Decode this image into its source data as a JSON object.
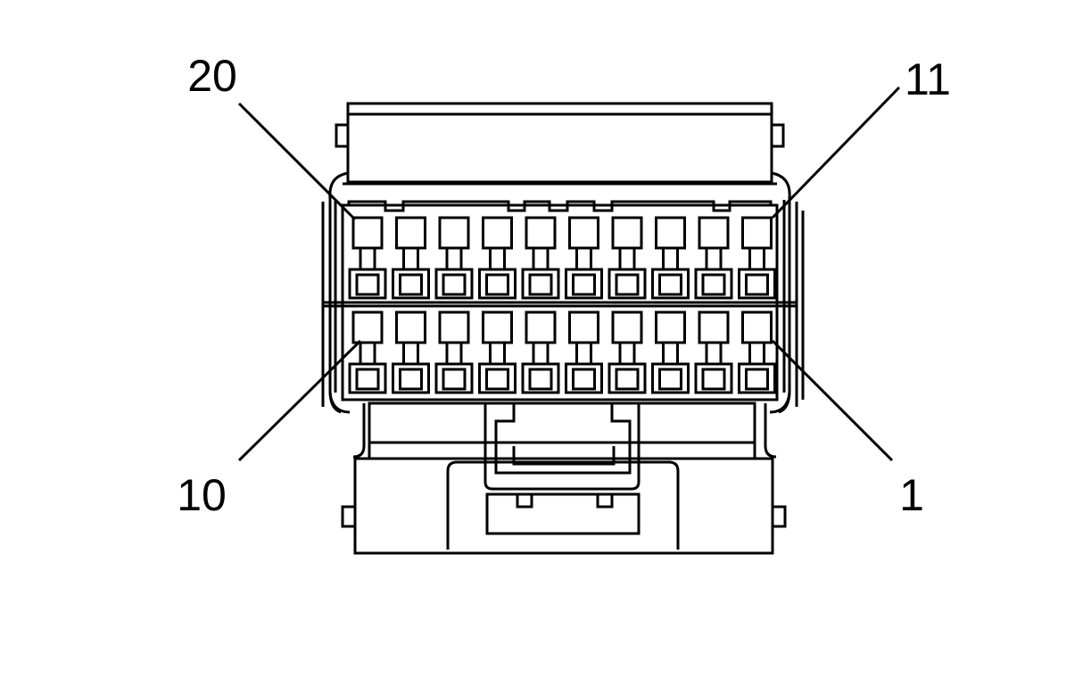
{
  "labels": {
    "top_left": "20",
    "top_right": "11",
    "bottom_left": "10",
    "bottom_right": "1"
  },
  "connector": {
    "cavities_per_row": 10,
    "rows": 2
  },
  "colors": {
    "stroke": "#000000",
    "background": "#ffffff"
  }
}
